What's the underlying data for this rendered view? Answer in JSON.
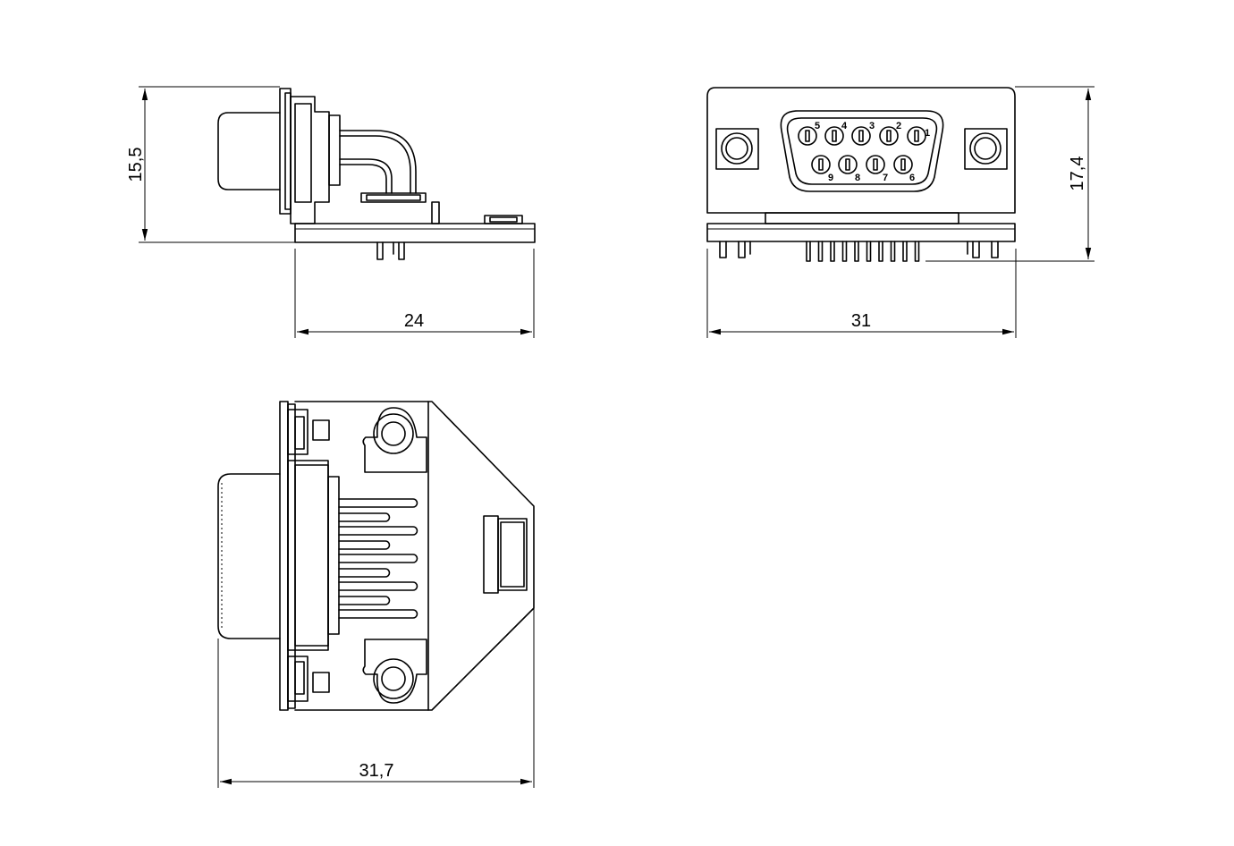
{
  "dimensions": {
    "side_height": "15,5",
    "side_width": "24",
    "front_width": "31",
    "front_height": "17,4",
    "top_width": "31,7"
  },
  "pins": {
    "top_row": [
      "5",
      "4",
      "3",
      "2",
      "1"
    ],
    "bottom_row": [
      "9",
      "8",
      "7",
      "6"
    ]
  },
  "colors": {
    "line": "#000000",
    "background": "#ffffff"
  }
}
